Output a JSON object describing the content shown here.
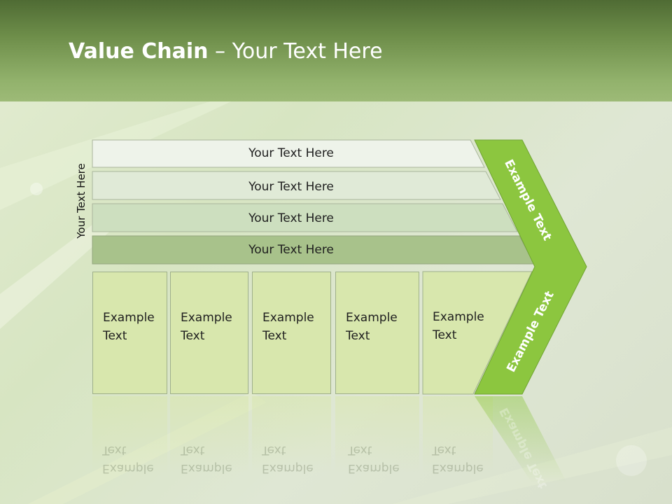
{
  "slide": {
    "title_bold": "Value Chain",
    "title_rest": " – Your Text Here"
  },
  "diagram": {
    "side_label": "Your Text Here",
    "bars": [
      "Your Text Here",
      "Your Text Here",
      "Your Text Here",
      "Your Text Here"
    ],
    "boxes": [
      {
        "line1": "Example",
        "line2": "Text"
      },
      {
        "line1": "Example",
        "line2": "Text"
      },
      {
        "line1": "Example",
        "line2": "Text"
      },
      {
        "line1": "Example",
        "line2": "Text"
      },
      {
        "line1": "Example",
        "line2": "Text"
      }
    ],
    "chevron_upper": "Example Text",
    "chevron_lower": "Example Text"
  },
  "colors": {
    "header": "#7a9a55",
    "chevron": "#8cc63f",
    "box_fill": "#d8e7ad",
    "bar_fills": [
      "#eef3ea",
      "#e0ead7",
      "#cddfbf",
      "#a8c28b"
    ]
  }
}
